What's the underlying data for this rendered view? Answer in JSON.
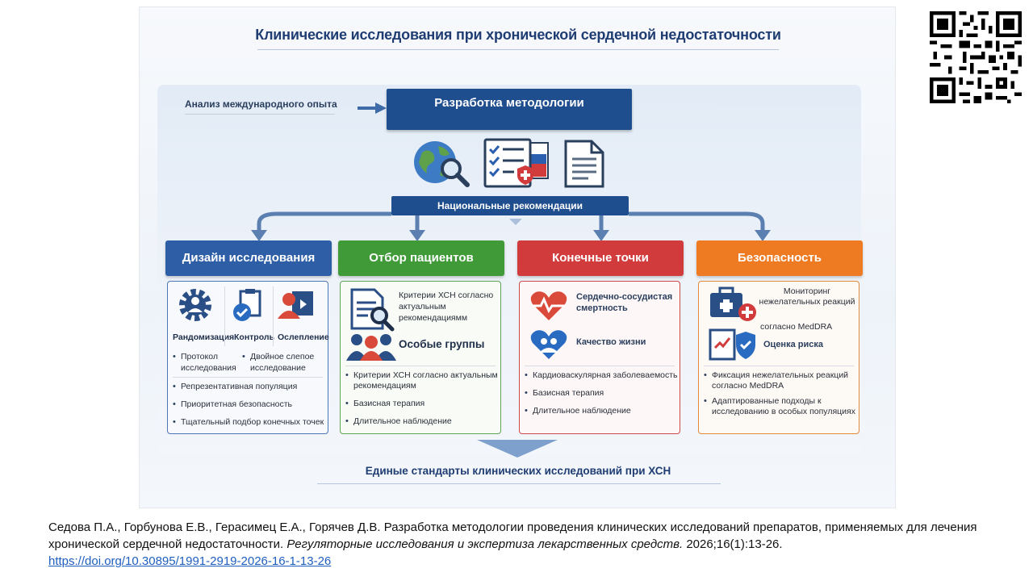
{
  "title": "Клинические исследования при хронической сердечной недостаточности",
  "top": {
    "intl_label": "Анализ международного опыта",
    "method_label": "Разработка методологии",
    "natrec_label": "Национальные рекомендации",
    "icons": [
      "globe-magnifier-icon",
      "checklist-flag-icon",
      "document-icon"
    ]
  },
  "columns": [
    {
      "title": "Дизайн исследования",
      "color": "#2e5ea6",
      "icon_labels": [
        "Рандомизация",
        "Контроль",
        "Ослепление"
      ],
      "sub_bullets": [
        "Протокол исследования",
        "Двойное слепое исследование"
      ],
      "bullets": [
        "Репрезентативная популяция",
        "Приоритетная безопасность",
        "Тщательный подбор конечных точек"
      ]
    },
    {
      "title": "Отбор пациентов",
      "color": "#3f9a37",
      "criteria": "Критерии ХСН согласно актуальным рекомендациямм",
      "special": "Особые группы",
      "bullets": [
        "Критерии ХСН согласно актуальным рекомендациям",
        "Базисная терапия",
        "Длительное наблюдение"
      ]
    },
    {
      "title": "Конечные точки",
      "color": "#d23b3b",
      "item1": "Сердечно-сосудистая смертность",
      "item2": "Качество жизни",
      "bullets": [
        "Кардиоваскулярная заболеваемость",
        "Базисная терапия",
        "Длительное наблюдение"
      ]
    },
    {
      "title": "Безопасность",
      "color": "#ee7a22",
      "monitor": "Мониторинг нежелательных реакций",
      "meddra": "согласно MedDRA",
      "risk": "Оценка риска",
      "bullets": [
        "Фиксация нежелательных реакций согласно MedDRA",
        "Адаптированные подходы к исследованию в особых популяциях"
      ]
    }
  ],
  "footer": "Единые стандарты клинических исследований при ХСН",
  "citation": {
    "authors": "Седова П.А., Горбунова Е.В., Герасимец Е.А., Горячев Д.В. Разработка методологии проведения клинических исследований препаратов, применяемых для лечения хронической сердечной недостаточности.",
    "journal": "Регуляторные исследования и экспертиза лекарственных средств.",
    "details": "2026;16(1):13-26.",
    "doi": "https://doi.org/10.30895/1991-2919-2026-16-1-13-26"
  }
}
